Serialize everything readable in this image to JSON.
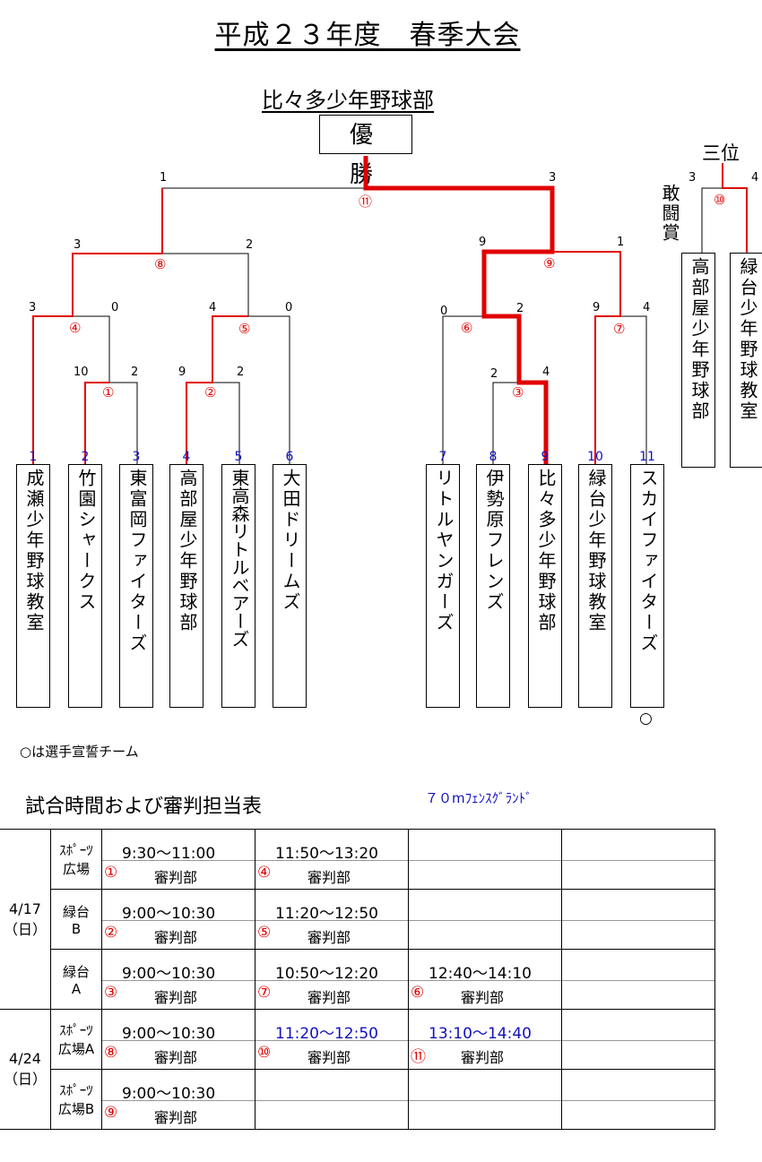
{
  "title": "平成２３年度　春季大会",
  "host": "比々多少年野球部",
  "champion": "優　勝",
  "third_place": "三位",
  "fighting_spirit": "敢闘賞",
  "teams": [
    {
      "seed": "1",
      "name": "成瀬少年野球教室"
    },
    {
      "seed": "2",
      "name": "竹園シャークス"
    },
    {
      "seed": "3",
      "name": "東富岡ファイターズ"
    },
    {
      "seed": "4",
      "name": "高部屋少年野球部"
    },
    {
      "seed": "5",
      "name": "東高森リトルベアーズ"
    },
    {
      "seed": "6",
      "name": "大田ドリームズ"
    },
    {
      "seed": "7",
      "name": "リトルヤンガーズ"
    },
    {
      "seed": "8",
      "name": "伊勢原フレンズ"
    },
    {
      "seed": "9",
      "name": "比々多少年野球部"
    },
    {
      "seed": "10",
      "name": "緑台少年野球教室"
    },
    {
      "seed": "11",
      "name": "スカイファイターズ"
    }
  ],
  "third_teams": [
    "高部屋少年野球部",
    "緑台少年野球教室"
  ],
  "scores": [
    "1",
    "3",
    "3",
    "2",
    "9",
    "1",
    "3",
    "0",
    "4",
    "0",
    "0",
    "2",
    "9",
    "4",
    "10",
    "2",
    "9",
    "2",
    "2",
    "4",
    "3",
    "4"
  ],
  "matches": [
    "①",
    "②",
    "③",
    "④",
    "⑤",
    "⑥",
    "⑦",
    "⑧",
    "⑨",
    "⑩",
    "⑪"
  ],
  "oath_mark": "○",
  "oath_note": "○は選手宣誓チーム",
  "schedule_title": "試合時間および審判担当表",
  "field_note": "７０mﾌｪﾝｽｸﾞﾗﾝﾄﾞ",
  "referee": "審判部",
  "schedule": [
    {
      "date": "4/17\n（日）",
      "venue": "ｽﾎﾟｰﾂ\n広場",
      "slots": [
        {
          "time": "9:30～11:00",
          "match": "①"
        },
        {
          "time": "11:50～13:20",
          "match": "④"
        }
      ]
    },
    {
      "date": "",
      "venue": "緑台\nB",
      "slots": [
        {
          "time": "9:00～10:30",
          "match": "②"
        },
        {
          "time": "11:20～12:50",
          "match": "⑤"
        }
      ]
    },
    {
      "date": "",
      "venue": "緑台\nA",
      "slots": [
        {
          "time": "9:00～10:30",
          "match": "③"
        },
        {
          "time": "10:50～12:20",
          "match": "⑦"
        },
        {
          "time": "12:40～14:10",
          "match": "⑥"
        }
      ]
    },
    {
      "date": "4/24\n（日）",
      "venue": "ｽﾎﾟｰﾂ\n広場A",
      "slots": [
        {
          "time": "9:00～10:30",
          "match": "⑧"
        },
        {
          "time": "11:20～12:50",
          "match": "⑩",
          "blue": true
        },
        {
          "time": "13:10～14:40",
          "match": "⑪",
          "blue": true
        }
      ]
    },
    {
      "date": "",
      "venue": "ｽﾎﾟｰﾂ\n広場B",
      "slots": [
        {
          "time": "9:00～10:30",
          "match": "⑨"
        }
      ]
    }
  ],
  "colors": {
    "win_line": "#e00000",
    "seed": "#1010c0"
  }
}
